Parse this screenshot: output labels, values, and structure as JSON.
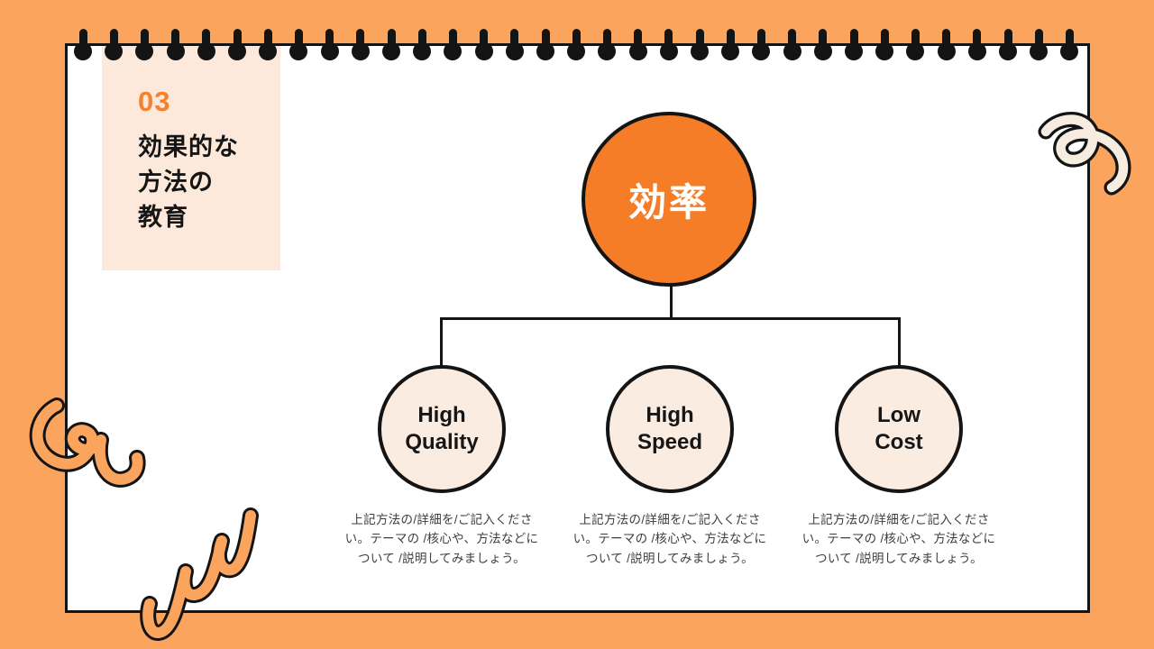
{
  "slide": {
    "section_number": "03",
    "section_title": "効果的な\n方法の\n教育"
  },
  "diagram": {
    "type": "org-chart",
    "root_label": "効率",
    "children": [
      {
        "label": "High\nQuality",
        "note": "上記方法の/詳細を/ご記入ください。テーマの /核心や、方法などについて /説明してみましょう。"
      },
      {
        "label": "High\nSpeed",
        "note": "上記方法の/詳細を/ご記入ください。テーマの /核心や、方法などについて /説明してみましょう。"
      },
      {
        "label": "Low\nCost",
        "note": "上記方法の/詳細を/ご記入ください。テーマの /核心や、方法などについて /説明してみましょう。"
      }
    ]
  },
  "colors": {
    "background_orange": "#FBA45E",
    "root_circle_orange": "#F57D28",
    "section_number_orange": "#F6802B",
    "section_card_peach": "#FCE9DB",
    "child_circle_peach": "#FAECE1",
    "doodle_cream": "#F7ECE0",
    "outline_black": "#141414"
  }
}
